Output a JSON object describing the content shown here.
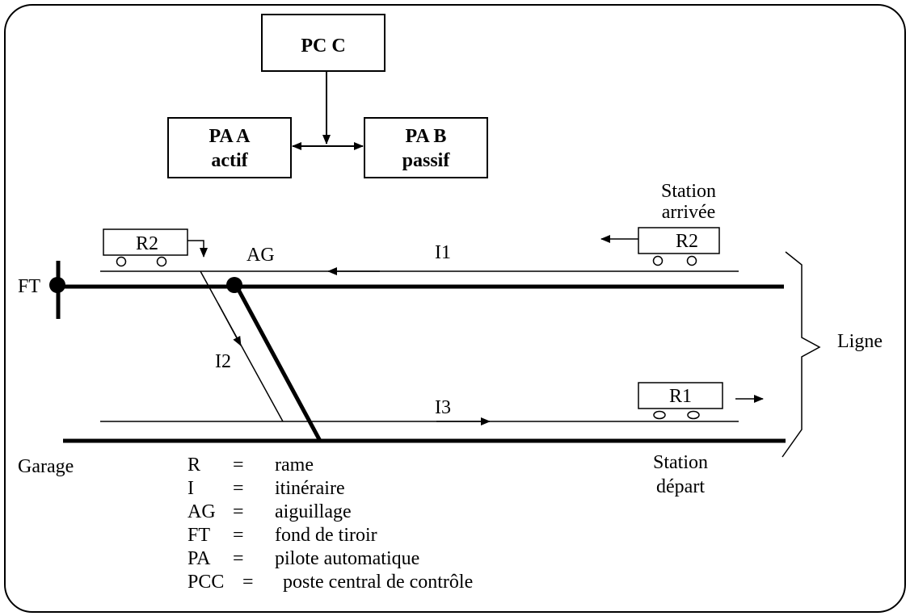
{
  "boxes": {
    "pcc": "PC C",
    "pa_a_line1": "PA A",
    "pa_a_line2": "actif",
    "pa_b_line1": "PA B",
    "pa_b_line2": "passif"
  },
  "labels": {
    "station_arrivee_1": "Station",
    "station_arrivee_2": "arrivée",
    "station_depart_1": "Station",
    "station_depart_2": "départ",
    "ft": "FT",
    "ag": "AG",
    "i1": "I1",
    "i2": "I2",
    "i3": "I3",
    "ligne": "Ligne",
    "garage": "Garage"
  },
  "trains": {
    "r2_left": "R2",
    "r2_right": "R2",
    "r1": "R1"
  },
  "legend": [
    {
      "abbr": "R",
      "eq": "=",
      "meaning": "rame"
    },
    {
      "abbr": "I",
      "eq": "=",
      "meaning": "itinéraire"
    },
    {
      "abbr": "AG",
      "eq": "=",
      "meaning": "aiguillage"
    },
    {
      "abbr": "FT",
      "eq": "=",
      "meaning": "fond de tiroir"
    },
    {
      "abbr": "PA",
      "eq": "=",
      "meaning": "pilote automatique"
    },
    {
      "abbr": "PCC",
      "eq": "=",
      "meaning": "poste central de contrôle"
    }
  ]
}
